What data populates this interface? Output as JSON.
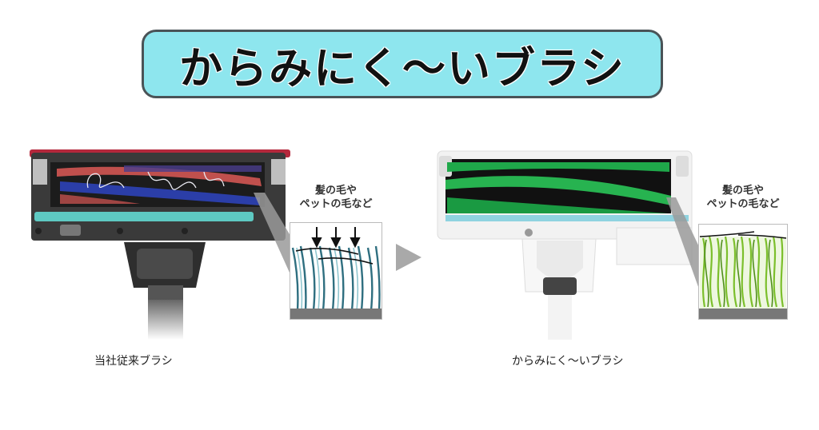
{
  "banner": {
    "title": "からみにく〜いブラシ",
    "background": "#8ee6ee",
    "border": "#4a5357"
  },
  "left_panel": {
    "caption": "当社従来ブラシ",
    "callout": {
      "line1": "髪の毛や",
      "line2": "ペットの毛など"
    },
    "brush_colors": [
      "#c0504d",
      "#2b3ea8",
      "#5a4a9a"
    ],
    "bumper_color": "#5ec9c2",
    "body_color": "#3a3a3a",
    "bristle_color": "#2f6f80"
  },
  "right_panel": {
    "caption": "からみにく〜いブラシ",
    "callout": {
      "line1": "髪の毛や",
      "line2": "ペットの毛など"
    },
    "brush_color": "#1fa84a",
    "bumper_color": "#8fd3e0",
    "body_color": "#f2f2f2",
    "bristle_color": "#7cbf2c"
  },
  "arrow": {
    "icon": "play-triangle-icon",
    "color": "#a9a9a9"
  }
}
